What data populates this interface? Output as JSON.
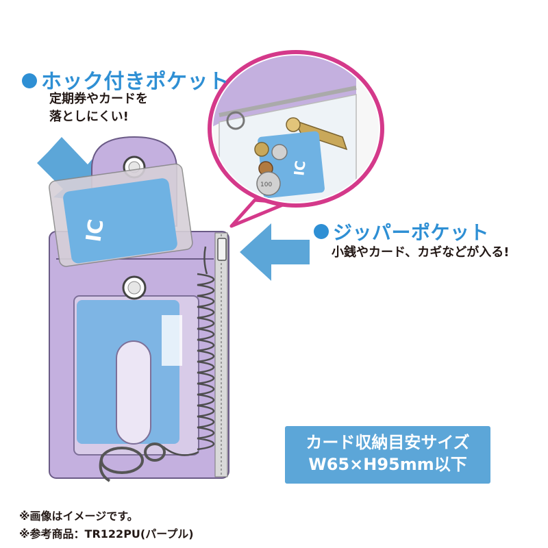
{
  "colors": {
    "accent_blue": "#2e8fd4",
    "box_blue": "#5ca6d8",
    "bubble_border": "#d4398a",
    "pouch_purple": "#b9a2d6",
    "card_blue": "#6fb2e3",
    "text_dark": "#231815"
  },
  "hook_pocket": {
    "title": "ホック付きポケット",
    "desc_line1": "定期券やカードを",
    "desc_line2": "落としにくい!"
  },
  "zipper_pocket": {
    "title": "ジッパーポケット",
    "desc": "小銭やカード、カギなどが入る!"
  },
  "card_labels": {
    "front": "IC",
    "detail": "IC"
  },
  "coin_label": "100",
  "size_box": {
    "line1": "カード収納目安サイズ",
    "line2": "W65×H95mm以下"
  },
  "notes": {
    "line1": "※画像はイメージです。",
    "line2": "※参考商品：TR122PU(パープル)"
  },
  "icons": [
    "bullet-circle-icon",
    "arrow-down-right-icon",
    "arrow-left-icon"
  ]
}
